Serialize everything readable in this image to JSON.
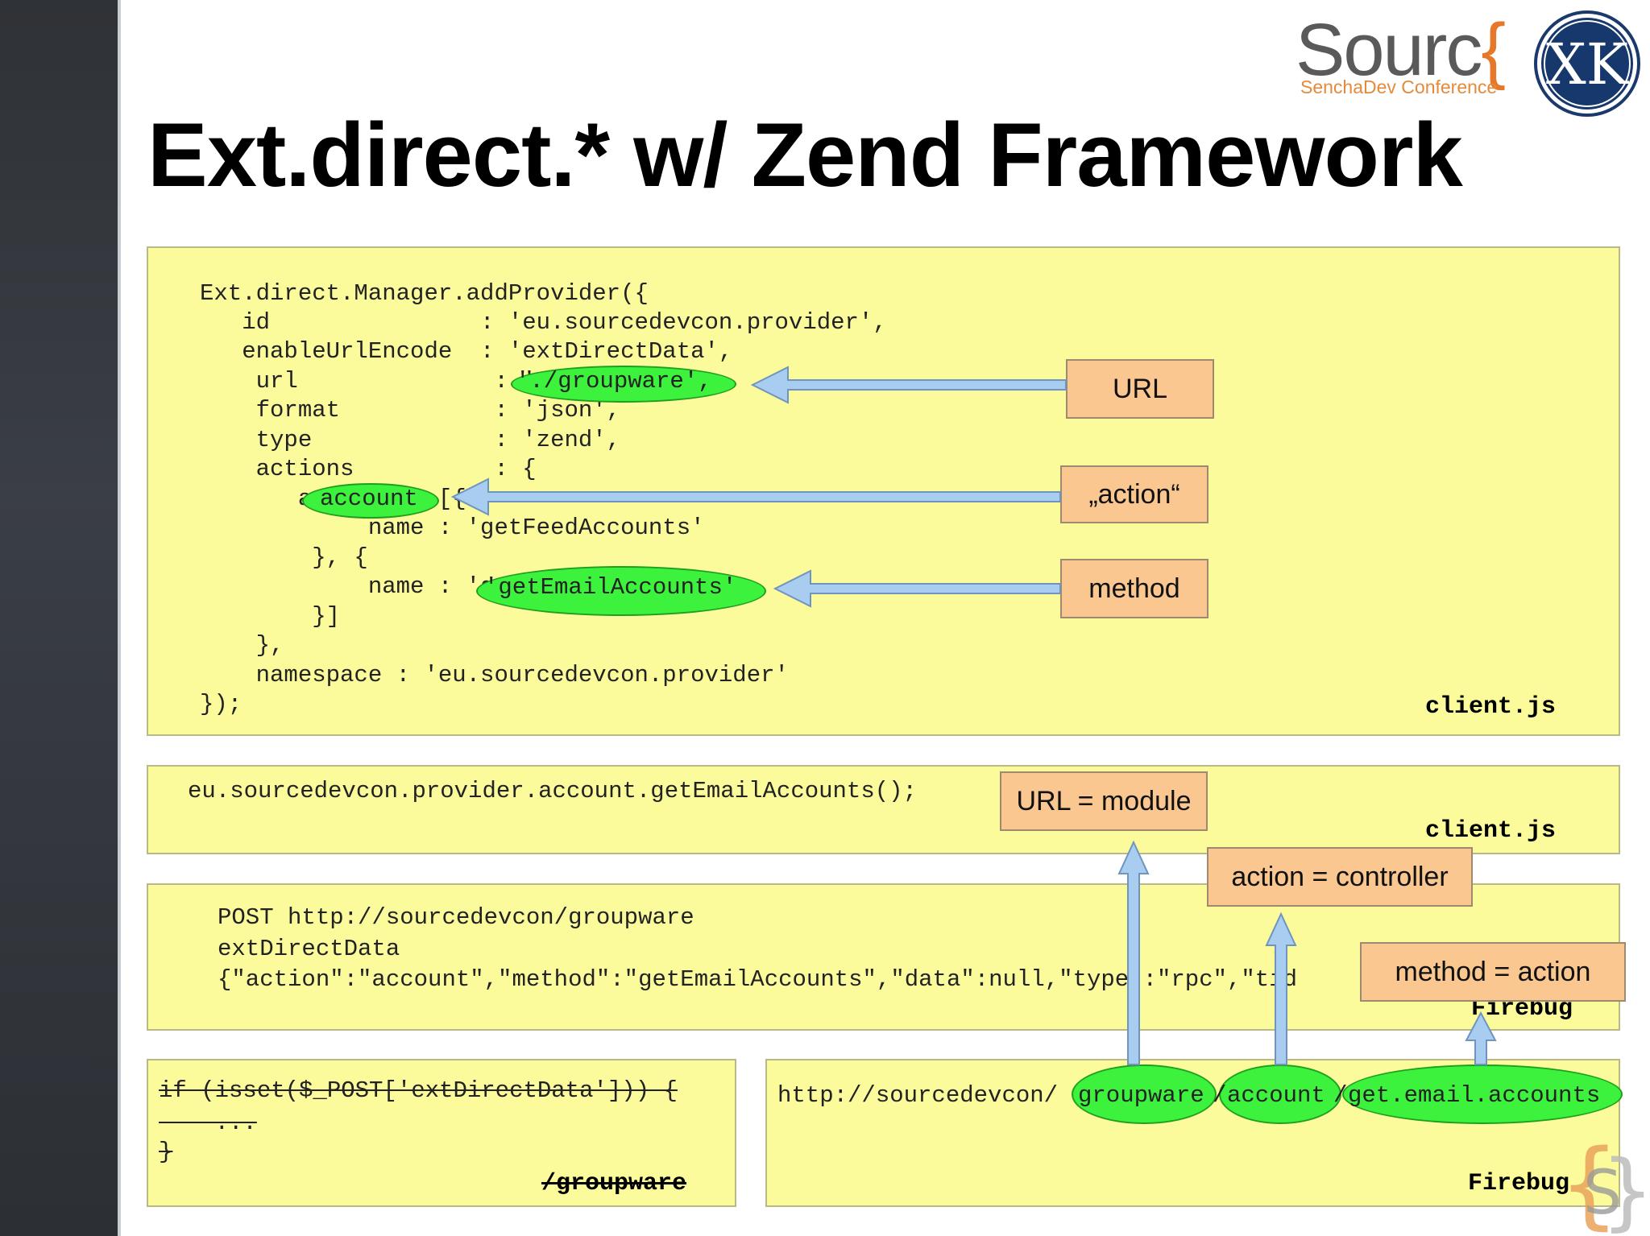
{
  "slide": {
    "title": "Ext.direct.* w/ Zend Framework"
  },
  "logo": {
    "wordmark": "Sourc{",
    "subtitle": "SenchaDev Conference",
    "badge_letters": "XK"
  },
  "panel1": {
    "code_lines": [
      "Ext.direct.Manager.addProvider({",
      "   id               : 'eu.sourcedevcon.provider',",
      "   enableUrlEncode  : 'extDirectData',",
      "    url              : './groupware',",
      "    format           : 'json',",
      "    type             : 'zend',",
      "    actions          : {",
      "       account : [{",
      "            name : 'getFeedAccounts'",
      "        }, {",
      "            name : 'getEmailAccounts'",
      "        }]",
      "    },",
      "    namespace : 'eu.sourcedevcon.provider'",
      "});"
    ],
    "filename": "client.js",
    "highlights": {
      "url": "'./groupware',",
      "action": "account",
      "method": "'getEmailAccounts'"
    },
    "labels": {
      "url": "URL",
      "action": "„action“",
      "method": "method"
    }
  },
  "panel2": {
    "code": "eu.sourcedevcon.provider.account.getEmailAccounts();",
    "filename": "client.js",
    "label": "URL = module"
  },
  "panel3": {
    "lines": [
      "POST http://sourcedevcon/groupware",
      "extDirectData",
      "{\"action\":\"account\",\"method\":\"getEmailAccounts\",\"data\":null,\"type\":\"rpc\",\"tid"
    ],
    "filename": "Firebug",
    "labels": {
      "action": "action = controller",
      "method": "method = action"
    }
  },
  "panel4": {
    "lines": [
      "if (isset($_POST['extDirectData'])) {",
      "    ...",
      "}"
    ],
    "filename": "/groupware"
  },
  "panel5": {
    "url_prefix": "http://sourcedevcon/",
    "segments": [
      "groupware",
      "account",
      "get.email.accounts"
    ],
    "separator": "/",
    "filename": "Firebug"
  },
  "colors": {
    "panel_bg": "#fbfb9c",
    "label_bg": "#fac790",
    "highlight": "#3df23d",
    "arrow": "#a9cdf1"
  }
}
